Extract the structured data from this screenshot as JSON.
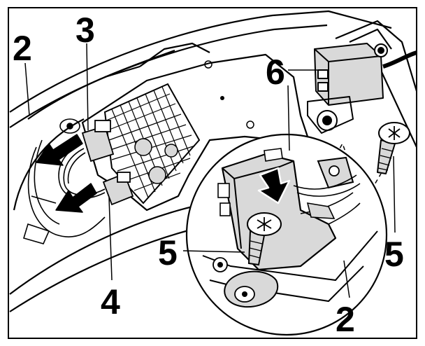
{
  "callouts": {
    "two_top_left": "2",
    "three": "3",
    "six": "6",
    "four": "4",
    "five_left": "5",
    "five_right": "5",
    "two_bottom_right": "2"
  },
  "colors": {
    "ink": "#000000",
    "part_fill": "#d9d9d9",
    "background": "#ffffff"
  }
}
